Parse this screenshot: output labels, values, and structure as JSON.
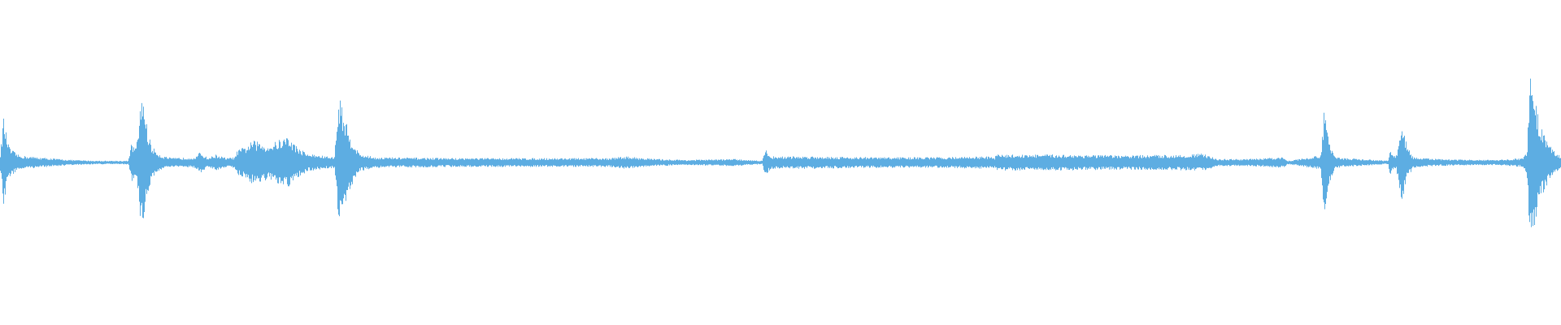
{
  "waveform": {
    "color": "#5dade2",
    "background": "#ffffff",
    "envelope_points": [
      [
        0.0,
        0.1
      ],
      [
        0.002,
        0.52
      ],
      [
        0.004,
        0.3
      ],
      [
        0.006,
        0.16
      ],
      [
        0.012,
        0.08
      ],
      [
        0.03,
        0.05
      ],
      [
        0.045,
        0.03
      ],
      [
        0.06,
        0.02
      ],
      [
        0.075,
        0.02
      ],
      [
        0.082,
        0.02
      ],
      [
        0.084,
        0.22
      ],
      [
        0.087,
        0.16
      ],
      [
        0.091,
        0.85
      ],
      [
        0.094,
        0.4
      ],
      [
        0.097,
        0.18
      ],
      [
        0.103,
        0.08
      ],
      [
        0.11,
        0.05
      ],
      [
        0.125,
        0.06
      ],
      [
        0.128,
        0.12
      ],
      [
        0.133,
        0.05
      ],
      [
        0.138,
        0.09
      ],
      [
        0.145,
        0.05
      ],
      [
        0.15,
        0.06
      ],
      [
        0.152,
        0.14
      ],
      [
        0.157,
        0.18
      ],
      [
        0.162,
        0.25
      ],
      [
        0.167,
        0.22
      ],
      [
        0.172,
        0.2
      ],
      [
        0.178,
        0.25
      ],
      [
        0.184,
        0.3
      ],
      [
        0.19,
        0.18
      ],
      [
        0.197,
        0.1
      ],
      [
        0.205,
        0.08
      ],
      [
        0.214,
        0.06
      ],
      [
        0.217,
        0.8
      ],
      [
        0.22,
        0.55
      ],
      [
        0.224,
        0.3
      ],
      [
        0.23,
        0.1
      ],
      [
        0.24,
        0.06
      ],
      [
        0.29,
        0.05
      ],
      [
        0.34,
        0.05
      ],
      [
        0.39,
        0.05
      ],
      [
        0.4,
        0.07
      ],
      [
        0.42,
        0.04
      ],
      [
        0.44,
        0.03
      ],
      [
        0.47,
        0.04
      ],
      [
        0.488,
        0.02
      ],
      [
        0.49,
        0.15
      ],
      [
        0.494,
        0.07
      ],
      [
        0.52,
        0.07
      ],
      [
        0.56,
        0.06
      ],
      [
        0.6,
        0.06
      ],
      [
        0.63,
        0.07
      ],
      [
        0.637,
        0.06
      ],
      [
        0.638,
        0.09
      ],
      [
        0.68,
        0.09
      ],
      [
        0.72,
        0.08
      ],
      [
        0.76,
        0.09
      ],
      [
        0.77,
        0.1
      ],
      [
        0.78,
        0.04
      ],
      [
        0.8,
        0.04
      ],
      [
        0.822,
        0.06
      ],
      [
        0.825,
        0.02
      ],
      [
        0.846,
        0.08
      ],
      [
        0.848,
        0.62
      ],
      [
        0.851,
        0.25
      ],
      [
        0.855,
        0.08
      ],
      [
        0.86,
        0.05
      ],
      [
        0.88,
        0.03
      ],
      [
        0.889,
        0.02
      ],
      [
        0.89,
        0.14
      ],
      [
        0.894,
        0.06
      ],
      [
        0.898,
        0.45
      ],
      [
        0.901,
        0.2
      ],
      [
        0.905,
        0.06
      ],
      [
        0.92,
        0.04
      ],
      [
        0.945,
        0.03
      ],
      [
        0.96,
        0.03
      ],
      [
        0.975,
        0.05
      ],
      [
        0.978,
        0.12
      ],
      [
        0.98,
        1.0
      ],
      [
        0.983,
        0.7
      ],
      [
        0.987,
        0.4
      ],
      [
        0.992,
        0.22
      ],
      [
        1.0,
        0.05
      ]
    ]
  }
}
